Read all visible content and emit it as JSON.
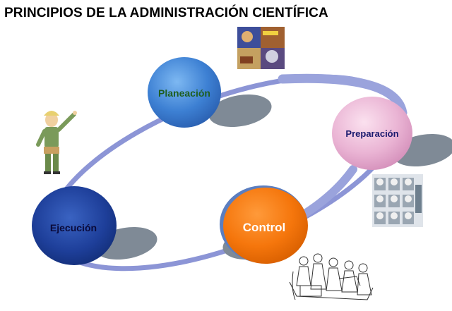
{
  "title": "PRINCIPIOS DE LA ADMINISTRACIÓN CIENTÍFICA",
  "nodes": {
    "planeacion": {
      "label": "Planeación",
      "color": "#1f5e1f"
    },
    "preparacion": {
      "label": "Preparación",
      "color": "#1a1a6e"
    },
    "control": {
      "label": "Control",
      "color": "#ffffff"
    },
    "ejecucion": {
      "label": "Ejecución",
      "color": "#0a0a3a"
    }
  },
  "colors": {
    "ring": "#8c95d6",
    "shadow": "#7f8a96",
    "planeacion_fill": "#3d80d3",
    "preparacion_fill": "#e8a9cf",
    "control_fill": "#f5760c",
    "ejecucion_fill": "#1e3f9a"
  },
  "illustrations": [
    "workers-collage-image",
    "worker-figure-icon",
    "office-workers-collage-image",
    "sketch-workers-illustration"
  ]
}
